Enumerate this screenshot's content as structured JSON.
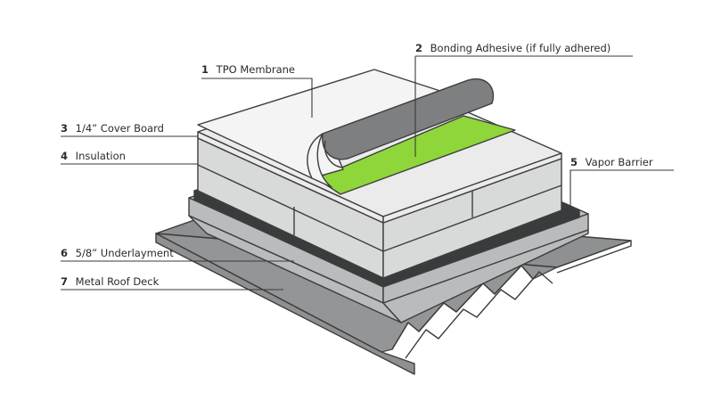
{
  "colors": {
    "membrane_top": "#f4f4f4",
    "membrane_roll": "#7d7f80",
    "adhesive": "#8ed63a",
    "cover_board": "#ebebeb",
    "insulation": "#d8d9d9",
    "vapor_barrier": "#3a3b3c",
    "underlayment": "#b9bbbc",
    "metal_deck": "#8e9091",
    "outline": "#3d3d3d"
  },
  "callouts": [
    {
      "num": "1",
      "label": "TPO Membrane"
    },
    {
      "num": "2",
      "label": "Bonding Adhesive (if fully adhered)"
    },
    {
      "num": "3",
      "label": "1/4” Cover Board"
    },
    {
      "num": "4",
      "label": "Insulation"
    },
    {
      "num": "5",
      "label": "Vapor Barrier"
    },
    {
      "num": "6",
      "label": "5/8” Underlayment"
    },
    {
      "num": "7",
      "label": "Metal Roof Deck"
    }
  ]
}
